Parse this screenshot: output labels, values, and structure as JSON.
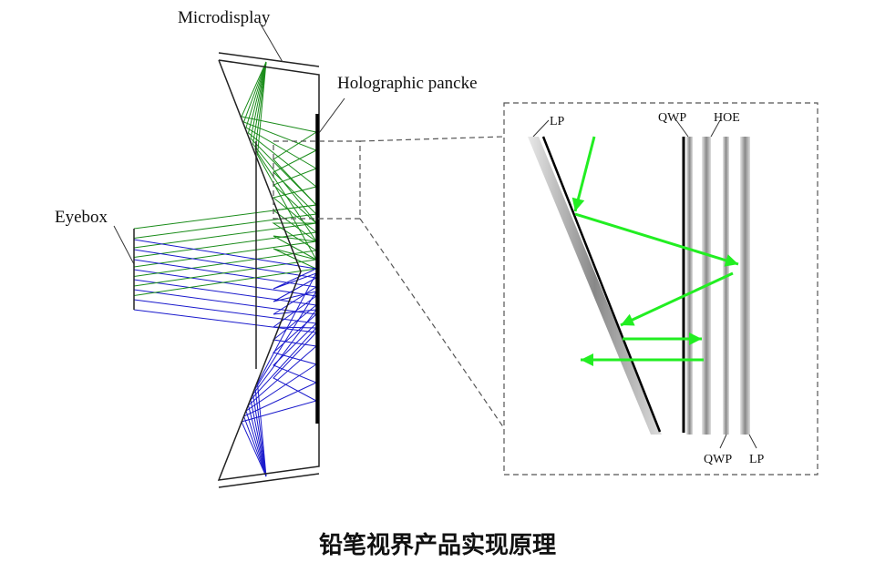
{
  "labels": {
    "microdisplay": "Microdisplay",
    "holographic": "Holographic pancke",
    "eyebox": "Eyebox",
    "lp_top": "LP",
    "qwp_top": "QWP",
    "hoe": "HOE",
    "qwp_bottom": "QWP",
    "lp_bottom": "LP"
  },
  "caption": "铅笔视界产品实现原理",
  "colors": {
    "green_ray": "#1a8c1a",
    "blue_ray": "#1a1acc",
    "arrow": "#22ee22"
  }
}
